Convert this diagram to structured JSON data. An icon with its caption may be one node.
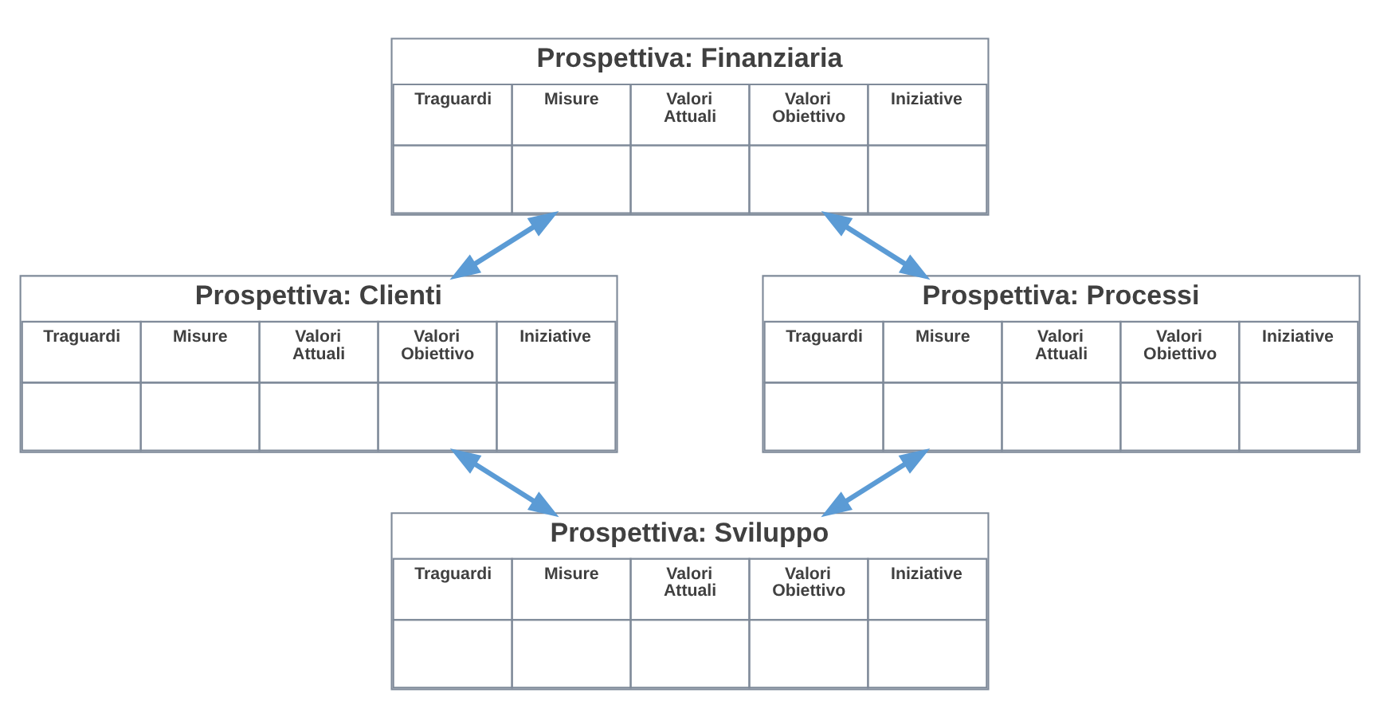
{
  "diagram": {
    "nodes": [
      {
        "text": [
          "Prospettiva: Finanziaria",
          "Traguardi",
          "Misure",
          "Valori Attuali",
          "Valori Obiettivo",
          "Iniziative"
        ]
      },
      {
        "text": [
          "Prospettiva: Clienti",
          "Traguardi",
          "Misure",
          "Valori Attuali",
          "Valori Obiettivo",
          "Iniziative"
        ]
      },
      {
        "text": [
          "Prospettiva: Processi",
          "Traguardi",
          "Misure",
          "Valori Attuali",
          "Valori Obiettivo",
          "Iniziative"
        ]
      },
      {
        "text": [
          "Prospettiva: Sviluppo",
          "Traguardi",
          "Misure",
          "Valori Attuali",
          "Valori Obiettivo",
          "Iniziative"
        ]
      }
    ],
    "edges": [
      {
        "from": 0,
        "to": 1,
        "arrow": "both"
      },
      {
        "from": 0,
        "to": 2,
        "arrow": "both"
      },
      {
        "from": 2,
        "to": 3,
        "arrow": "both"
      },
      {
        "from": 1,
        "to": 3,
        "arrow": "both"
      }
    ]
  }
}
